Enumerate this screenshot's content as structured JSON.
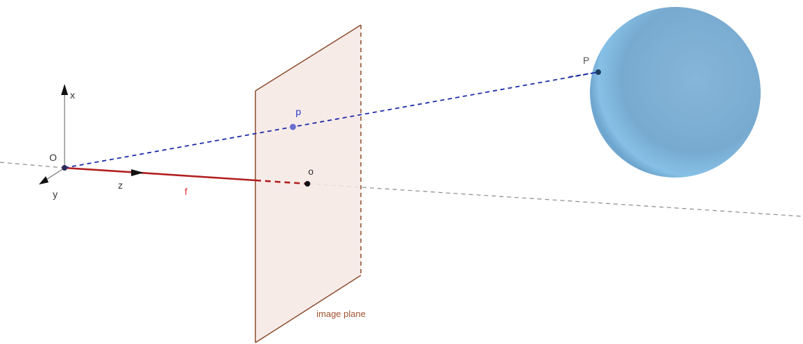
{
  "labels": {
    "origin": "O",
    "axis_x": "x",
    "axis_y": "y",
    "axis_z": "z",
    "focal_length": "f",
    "image_point": "p",
    "principal_point": "o",
    "world_point": "P",
    "plane": "image plane"
  },
  "colors": {
    "optical_axis": "#8a8a8a",
    "focal_segment": "#b21f1f",
    "projection_ray": "#1c2aa6",
    "image_point": "#6a6fd0",
    "plane_fill": "#f6e8e4",
    "plane_edge": "#8b4a2b",
    "plane_label": "#a0522d",
    "sphere": "#7fb1d6",
    "axes": "#222222",
    "text": "#333333",
    "f_label": "#e03030",
    "p_label": "#2a36d0"
  }
}
